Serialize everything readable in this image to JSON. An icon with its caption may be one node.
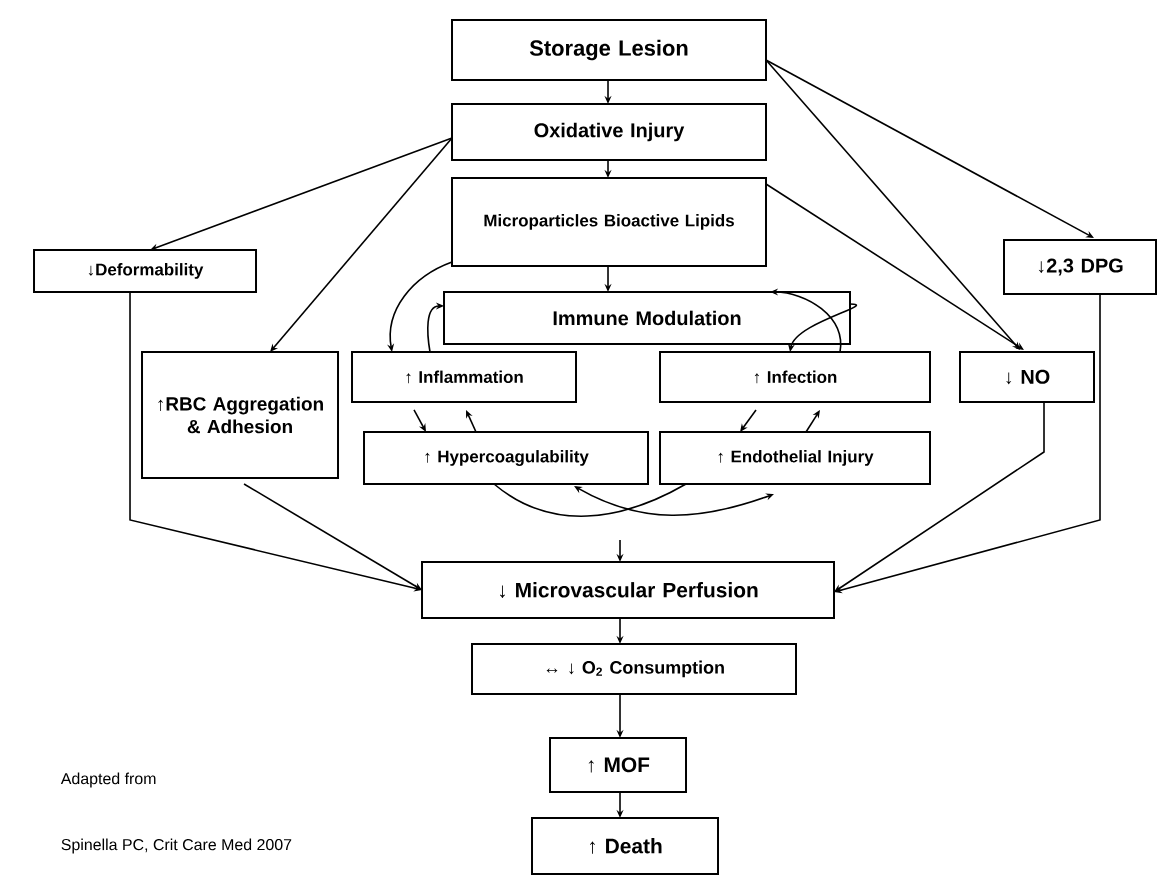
{
  "diagram": {
    "nodes": [
      {
        "text": [
          "Storage Lesion"
        ]
      },
      {
        "text": [
          "Oxidative Injury"
        ]
      },
      {
        "text": [
          "Microparticles Bioactive Lipids"
        ]
      },
      {
        "text": [
          "↓Deformability"
        ]
      },
      {
        "text": [
          "↓2,3 DPG"
        ]
      },
      {
        "text": [
          "Immune Modulation"
        ]
      },
      {
        "text": [
          "↑RBC Aggregation & Adhesion"
        ]
      },
      {
        "text": [
          "↑ Inflammation"
        ]
      },
      {
        "text": [
          "↑ Infection"
        ]
      },
      {
        "text": [
          "↓ NO"
        ]
      },
      {
        "text": [
          "↑ Hypercoagulability"
        ]
      },
      {
        "text": [
          "↑ Endothelial Injury"
        ]
      },
      {
        "text": [
          "↓ Microvascular Perfusion"
        ]
      },
      {
        "text": [
          "↔ ↓ O$_{2}$ Consumption"
        ]
      },
      {
        "text": [
          "↑ MOF"
        ]
      },
      {
        "text": [
          "↑ Death"
        ]
      }
    ],
    "edges": [
      {
        "from": 0,
        "to": 1,
        "arrow": "to"
      },
      {
        "from": 1,
        "to": 2,
        "arrow": "to"
      },
      {
        "from": 2,
        "to": 5,
        "arrow": "to"
      },
      {
        "from": 1,
        "to": 3,
        "arrow": "to"
      },
      {
        "from": 1,
        "to": 6,
        "arrow": "to"
      },
      {
        "from": 0,
        "to": 9,
        "arrow": "to"
      },
      {
        "from": 0,
        "to": 4,
        "arrow": "to"
      },
      {
        "from": 2,
        "to": 9,
        "arrow": "to"
      },
      {
        "from": 2,
        "to": 7,
        "arrow": "to"
      },
      {
        "from": 7,
        "to": 5,
        "arrow": "to"
      },
      {
        "from": 5,
        "to": 8,
        "arrow": "to"
      },
      {
        "from": 8,
        "to": 5,
        "arrow": "to"
      },
      {
        "from": 7,
        "to": 10,
        "arrow": "to"
      },
      {
        "from": 10,
        "to": 7,
        "arrow": "to"
      },
      {
        "from": 8,
        "to": 11,
        "arrow": "to"
      },
      {
        "from": 11,
        "to": 8,
        "arrow": "to"
      },
      {
        "from": 10,
        "to": 11,
        "arrow": "none"
      },
      {
        "from": 10,
        "to": 11,
        "arrow": "both"
      },
      {
        "from": null,
        "to": 12,
        "arrow": "to"
      },
      {
        "from": 3,
        "to": 12,
        "arrow": "to"
      },
      {
        "from": 6,
        "to": 12,
        "arrow": "to"
      },
      {
        "from": 9,
        "to": 12,
        "arrow": "to"
      },
      {
        "from": 4,
        "to": 12,
        "arrow": "to"
      },
      {
        "from": 12,
        "to": 13,
        "arrow": "to"
      },
      {
        "from": 13,
        "to": 14,
        "arrow": "to"
      },
      {
        "from": 14,
        "to": 15,
        "arrow": "to"
      }
    ],
    "labels": [
      "Adapted from",
      "Spinella PC, Crit Care Med 2007"
    ]
  }
}
